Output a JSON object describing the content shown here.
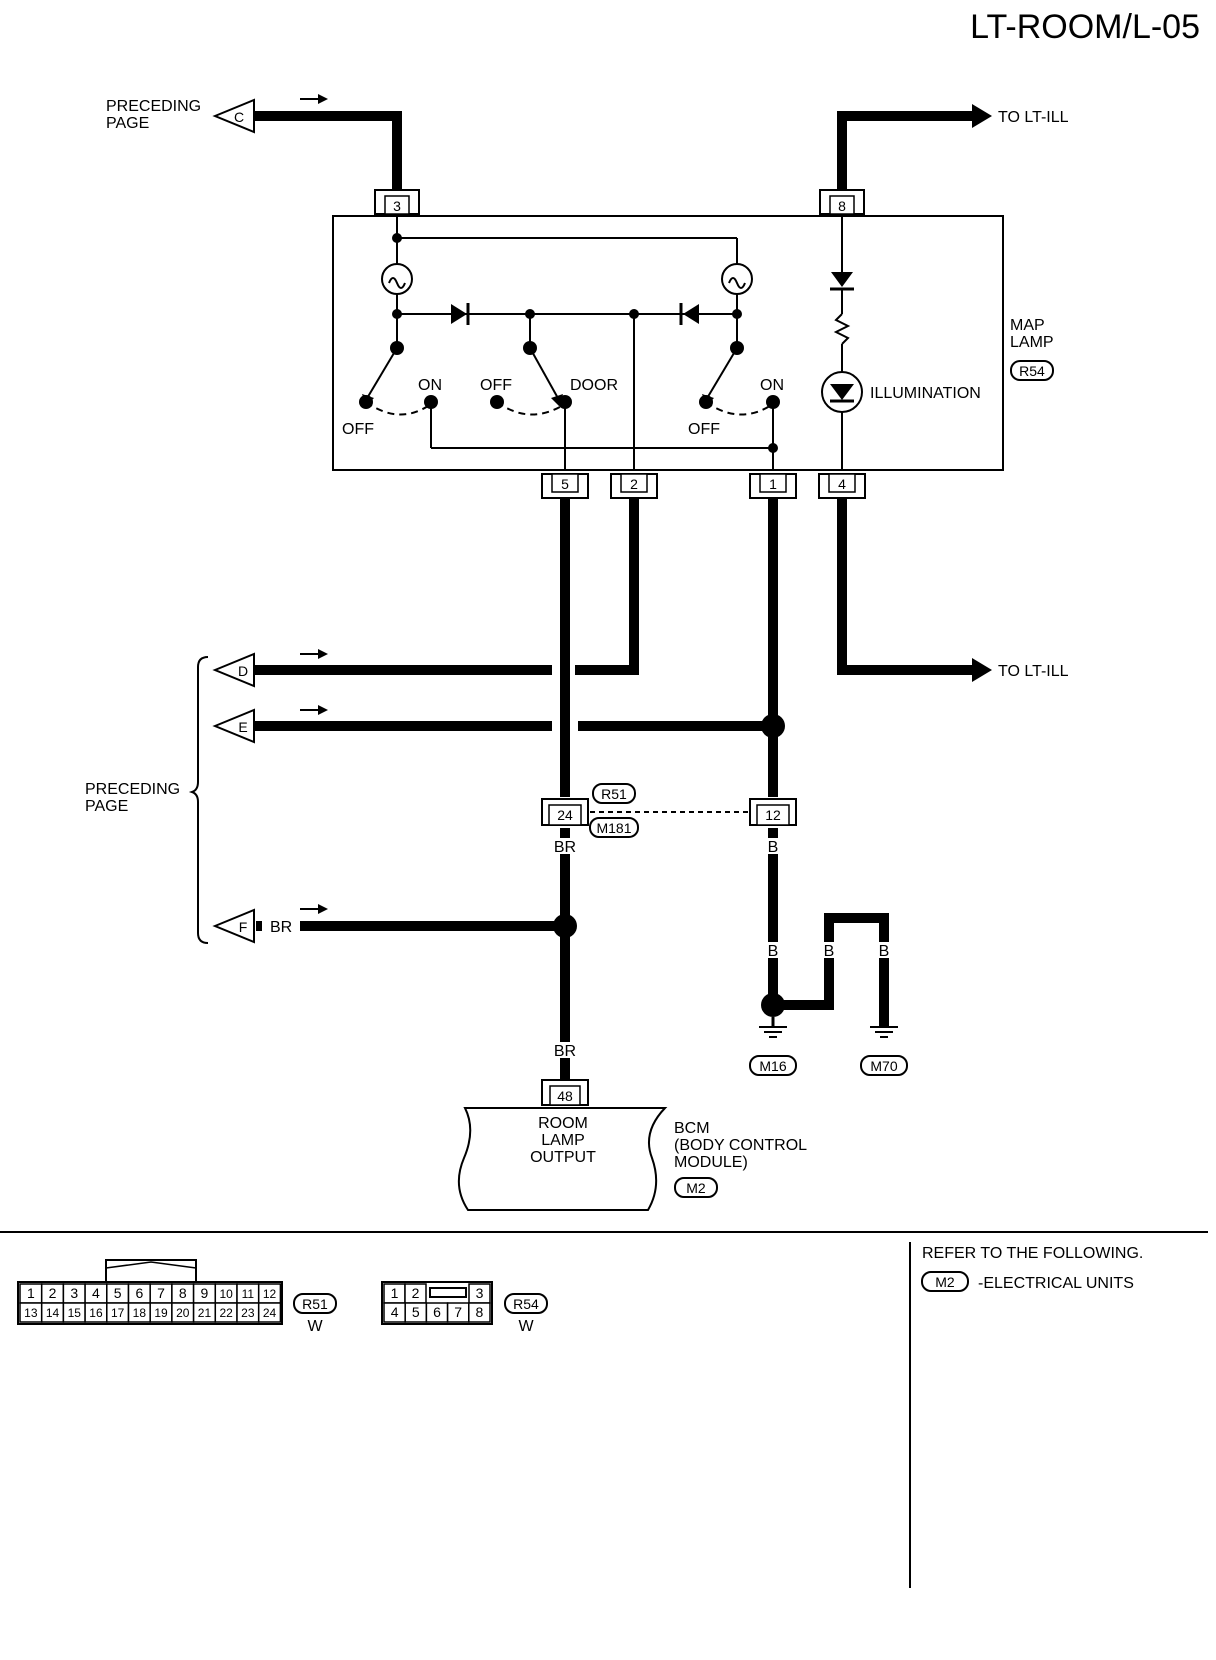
{
  "page_code": "LT-ROOM/L-05",
  "preceding_page": [
    "PRECEDING",
    "PAGE"
  ],
  "to_lt_ill": "TO LT-ILL",
  "map_lamp": {
    "name": [
      "MAP",
      "LAMP"
    ],
    "connector": "R54",
    "illumination": "ILLUMINATION",
    "switch_labels": {
      "off": "OFF",
      "on": "ON",
      "door": "DOOR"
    }
  },
  "pins": {
    "p3": "3",
    "p8": "8",
    "p5": "5",
    "p2": "2",
    "p1": "1",
    "p4": "4",
    "p24": "24",
    "p12": "12",
    "p48": "48"
  },
  "offpage": {
    "c": "C",
    "d": "D",
    "e": "E",
    "f": "F"
  },
  "connectors": {
    "r51": "R51",
    "m181": "M181",
    "m16": "M16",
    "m70": "M70",
    "m2": "M2",
    "r54": "R54"
  },
  "wire_colors": {
    "br": "BR",
    "b": "B"
  },
  "bcm": {
    "box": [
      "ROOM",
      "LAMP",
      "OUTPUT"
    ],
    "name": [
      "BCM",
      "(BODY CONTROL",
      "MODULE)"
    ],
    "connector": "M2"
  },
  "connector_views": {
    "r51": {
      "row1": [
        "1",
        "2",
        "3",
        "4",
        "5",
        "6",
        "7",
        "8",
        "9",
        "10",
        "11",
        "12"
      ],
      "row2": [
        "13",
        "14",
        "15",
        "16",
        "17",
        "18",
        "19",
        "20",
        "21",
        "22",
        "23",
        "24"
      ],
      "color": "W"
    },
    "r54": {
      "row1": [
        "1",
        "2",
        "3"
      ],
      "row2": [
        "4",
        "5",
        "6",
        "7",
        "8"
      ],
      "color": "W"
    }
  },
  "refer": {
    "text": "REFER TO THE FOLLOWING.",
    "connector": "M2",
    "desc": "-ELECTRICAL UNITS"
  }
}
